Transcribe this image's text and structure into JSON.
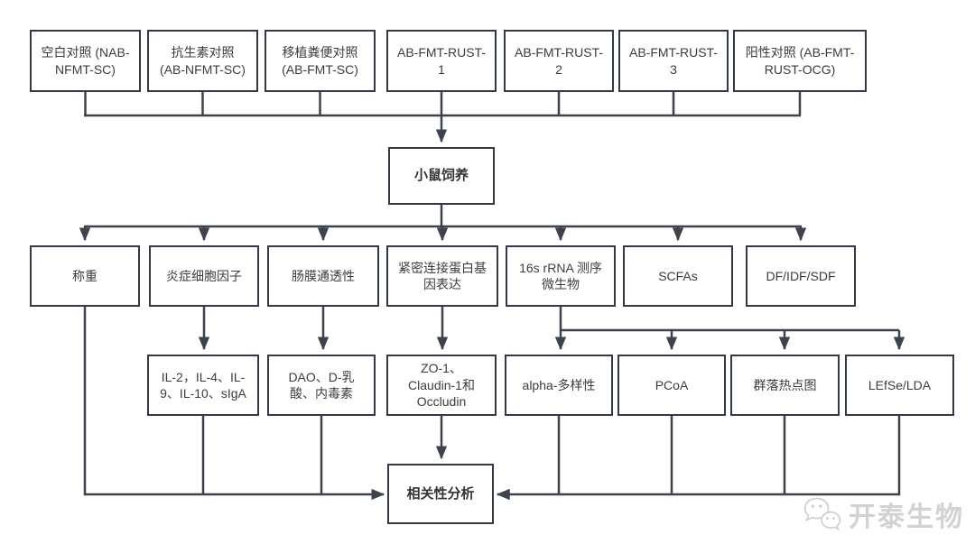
{
  "colors": {
    "box-border": "#333a45",
    "line": "#3d434d",
    "text": "#3c3c3c",
    "watermark": "#d2d2d2",
    "bg": "#ffffff"
  },
  "diagram": {
    "groups": [
      "空白对照 (NAB-NFMT-SC)",
      "抗生素对照 (AB-NFMT-SC)",
      "移植粪便对照 (AB-FMT-SC)",
      "AB-FMT-RUST-1",
      "AB-FMT-RUST-2",
      "AB-FMT-RUST-3",
      "阳性对照 (AB-FMT-RUST-OCG)"
    ],
    "rearing": "小鼠饲养",
    "measures": [
      "称重",
      "炎症细胞因子",
      "肠膜通透性",
      "紧密连接蛋白基因表达",
      "16s rRNA 测序微生物",
      "SCFAs",
      "DF/IDF/SDF"
    ],
    "analyses": [
      "IL-2，IL-4、IL-9、IL-10、sIgA",
      "DAO、D-乳酸、内毒素",
      "ZO-1、Claudin-1和Occludin",
      "alpha-多样性",
      "PCoA",
      "群落热点图",
      "LEfSe/LDA"
    ],
    "correlation": "相关性分析"
  },
  "watermark": {
    "brand": "开泰生物",
    "icon": "wechat-icon"
  }
}
